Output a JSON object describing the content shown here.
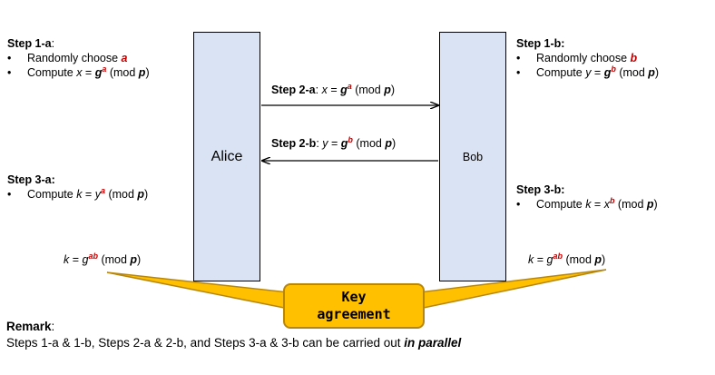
{
  "parties": {
    "alice": "Alice",
    "bob": "Bob"
  },
  "step1a": {
    "title": "Step 1-a",
    "colon": ":",
    "bullet": "•",
    "choose": "Randomly choose ",
    "var": "a",
    "compute": "Compute ",
    "lhs": "x",
    "eq": " = ",
    "base": "g",
    "exp": "a",
    "mod_open": " (mod ",
    "p": "p",
    "mod_close": ")"
  },
  "step1b": {
    "title": "Step 1-b:",
    "bullet": "•",
    "choose": "Randomly choose ",
    "var": "b",
    "compute": "Compute ",
    "lhs": "y",
    "eq": " = ",
    "base": "g",
    "exp": "b",
    "mod_open": " (mod ",
    "p": "p",
    "mod_close": ")"
  },
  "step2a": {
    "title": "Step 2-a",
    "colon": ": ",
    "lhs": "x",
    "eq": " = ",
    "base": "g",
    "exp": "a",
    "mod_open": " (mod ",
    "p": "p",
    "mod_close": ")"
  },
  "step2b": {
    "title": "Step 2-b",
    "colon": ": ",
    "lhs": "y",
    "eq": " = ",
    "base": "g",
    "exp": "b",
    "mod_open": " (mod ",
    "p": "p",
    "mod_close": ")"
  },
  "step3a": {
    "title": "Step 3-a:",
    "bullet": "•",
    "compute": "Compute  ",
    "lhs": "k",
    "eq": " = ",
    "base": "y",
    "exp": "a",
    "mod_open": " (mod ",
    "p": "p",
    "mod_close": ")"
  },
  "step3b": {
    "title": "Step 3-b:",
    "bullet": "•",
    "compute": "Compute ",
    "lhs": "k",
    "eq": " = ",
    "base": "x",
    "exp": "b",
    "mod_open": " (mod ",
    "p": "p",
    "mod_close": ")"
  },
  "result": {
    "lhs": "k",
    "eq": " = ",
    "base": "g",
    "exp": "ab",
    "mod_open": " (mod ",
    "p": "p",
    "mod_close": ")"
  },
  "key_agreement": {
    "line1": "Key",
    "line2": "agreement"
  },
  "remark": {
    "title": "Remark",
    "colon": ":",
    "text": "Steps 1-a & 1-b, Steps 2-a & 2-b, and Steps 3-a & 3-b can be carried out ",
    "emphasis": "in parallel"
  },
  "colors": {
    "box_fill": "#dae3f3",
    "callout_fill": "#ffc000",
    "accent_red": "#c00000"
  }
}
